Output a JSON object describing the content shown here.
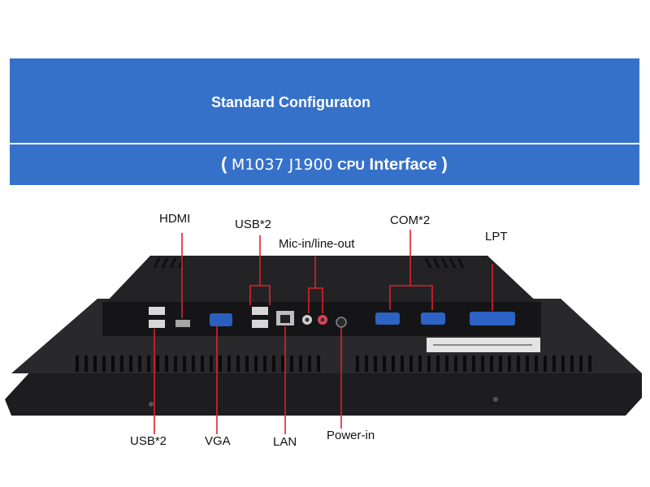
{
  "banner": {
    "title": "Standard Configuraton",
    "subtitle_open": "(",
    "subtitle_models": "M1037 J1900",
    "subtitle_cpu": "CPU",
    "subtitle_interface": "Interface",
    "subtitle_close": ")"
  },
  "ports": {
    "hdmi": "HDMI",
    "usb_top": "USB*2",
    "mic": "Mic-in/line-out",
    "com": "COM*2",
    "lpt": "LPT",
    "usb_bottom": "USB*2",
    "vga": "VGA",
    "lan": "LAN",
    "power": "Power-in"
  },
  "colors": {
    "banner_blue": "#3671c9",
    "callout_red": "#e0202a"
  }
}
